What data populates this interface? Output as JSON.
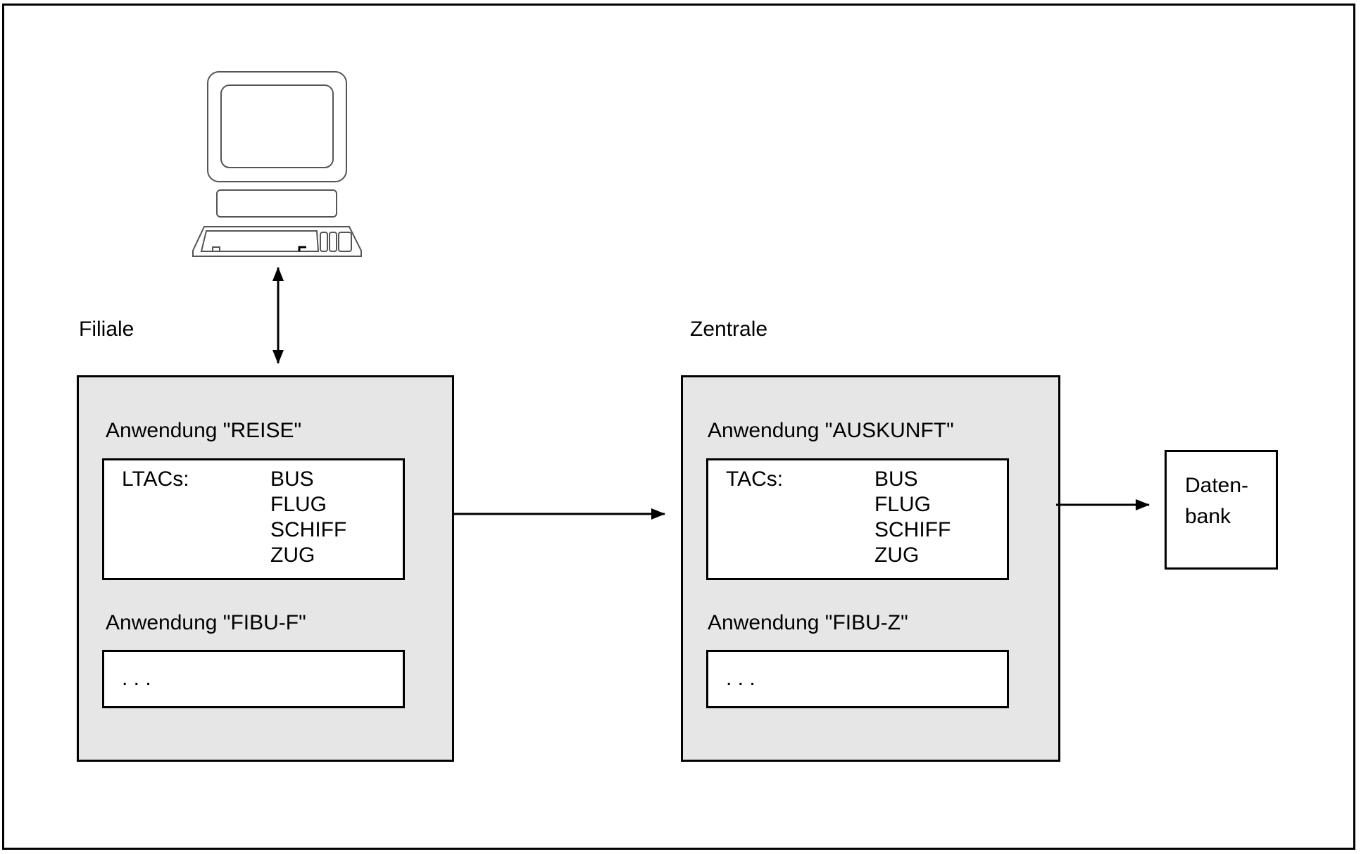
{
  "diagram": {
    "sites": [
      {
        "label": "Filiale",
        "applications": [
          {
            "title": "Anwendung \"REISE\"",
            "list_label": "LTACs:",
            "items": [
              "BUS",
              "FLUG",
              "SCHIFF",
              "ZUG"
            ]
          },
          {
            "title": "Anwendung \"FIBU-F\"",
            "placeholder": ". . ."
          }
        ]
      },
      {
        "label": "Zentrale",
        "applications": [
          {
            "title": "Anwendung \"AUSKUNFT\"",
            "list_label": "TACs:",
            "items": [
              "BUS",
              "FLUG",
              "SCHIFF",
              "ZUG"
            ]
          },
          {
            "title": "Anwendung \"FIBU-Z\"",
            "placeholder": ". . ."
          }
        ]
      }
    ],
    "database": {
      "line1": "Daten-",
      "line2": "bank"
    },
    "icons": {
      "terminal": "computer-terminal-icon"
    },
    "colors": {
      "box_fill": "#e6e6e6",
      "line": "#000000",
      "background": "#ffffff"
    }
  }
}
